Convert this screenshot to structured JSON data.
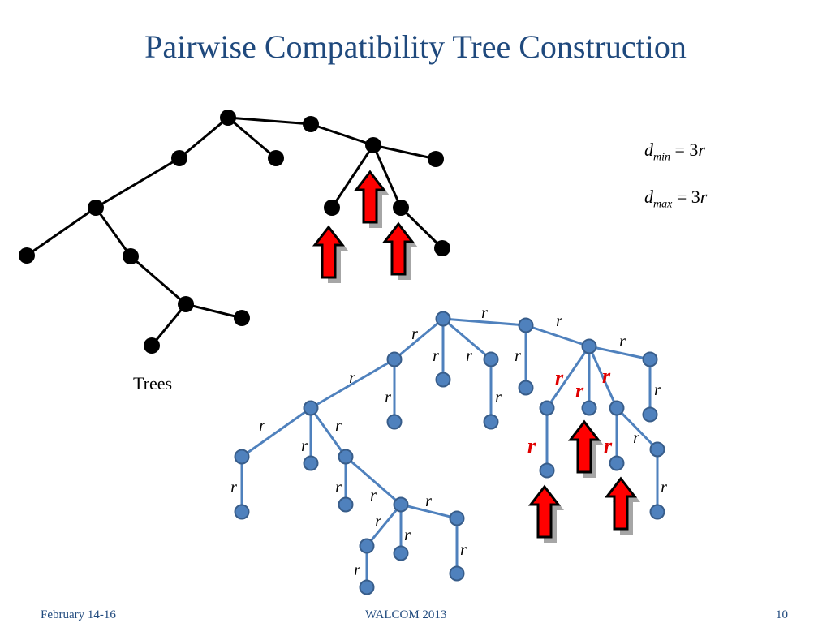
{
  "slide": {
    "title": "Pairwise Compatibility Tree Construction",
    "trees_caption": "Trees"
  },
  "formulas": {
    "dmin": {
      "var": "d",
      "sub": "min",
      "rest": " = 3",
      "unit": "r"
    },
    "dmax": {
      "var": "d",
      "sub": "max",
      "rest": " = 3",
      "unit": "r"
    }
  },
  "footer": {
    "date": "February 14-16",
    "event": "WALCOM 2013",
    "page": "10"
  },
  "edge_label": "r",
  "colors": {
    "title": "#1F497D",
    "black_tree": "#000000",
    "blue_tree_edge": "#4F81BD",
    "blue_tree_node": "#4F81BD",
    "blue_tree_node_stroke": "#385D8A",
    "arrow_fill": "#FF0000",
    "arrow_shadow": "#A6A6A6",
    "red_label": "#E00000"
  },
  "icons": [
    "up-arrow-icon"
  ]
}
